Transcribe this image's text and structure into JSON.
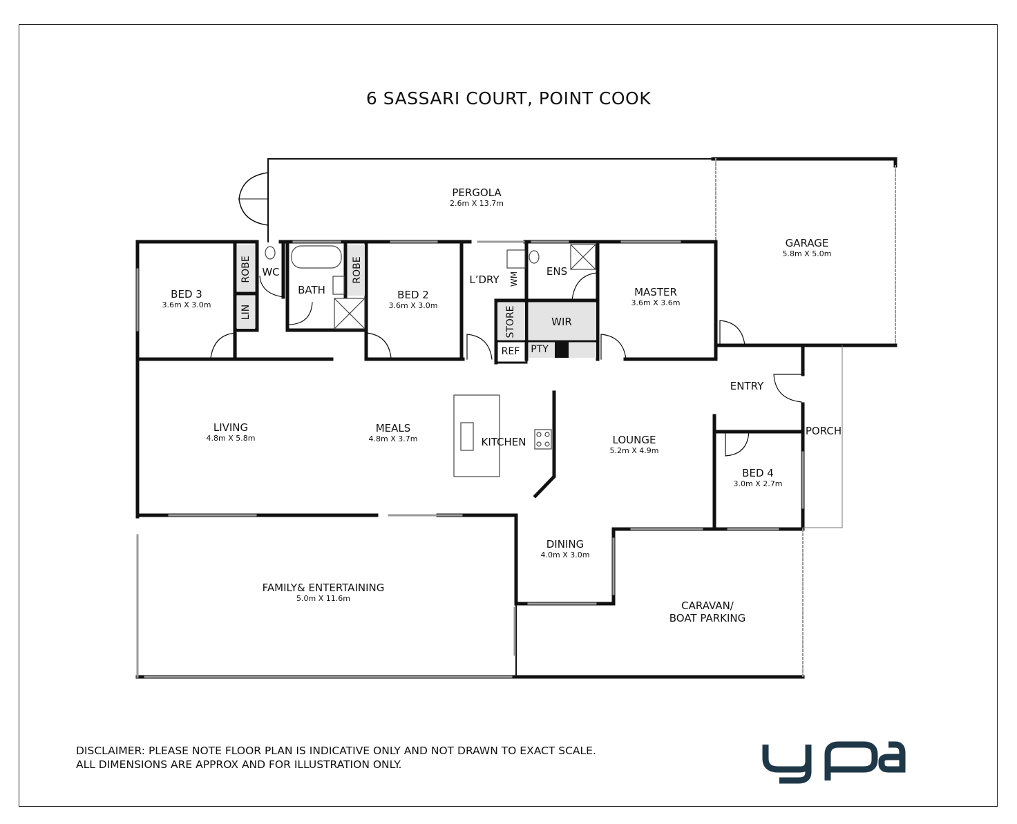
{
  "title": "6 SASSARI COURT, POINT COOK",
  "rooms": {
    "pergola": {
      "name": "PERGOLA",
      "dims": "2.6m X 13.7m"
    },
    "garage": {
      "name": "GARAGE",
      "dims": "5.8m X 5.0m"
    },
    "bed3": {
      "name": "BED 3",
      "dims": "3.6m X 3.0m"
    },
    "bed2": {
      "name": "BED 2",
      "dims": "3.6m X 3.0m"
    },
    "master": {
      "name": "MASTER",
      "dims": "3.6m X 3.6m"
    },
    "living": {
      "name": "LIVING",
      "dims": "4.8m X 5.8m"
    },
    "meals": {
      "name": "MEALS",
      "dims": "4.8m X 3.7m"
    },
    "lounge": {
      "name": "LOUNGE",
      "dims": "5.2m X 4.9m"
    },
    "bed4": {
      "name": "BED 4",
      "dims": "3.0m X 2.7m"
    },
    "dining": {
      "name": "DINING",
      "dims": "4.0m X 3.0m"
    },
    "family": {
      "name": "FAMILY& ENTERTAINING",
      "dims": "5.0m X 11.6m"
    },
    "caravan": {
      "name_line1": "CARAVAN/",
      "name_line2": "BOAT PARKING"
    }
  },
  "small_labels": {
    "robe_left": "ROBE",
    "lin": "LIN",
    "wc": "WC",
    "bath": "BATH",
    "robe_right": "ROBE",
    "ldry": "L’DRY",
    "wm": "WM",
    "ens": "ENS",
    "store": "STORE",
    "wir": "WIR",
    "ref": "REF",
    "pty": "PTY",
    "kitchen": "KITCHEN",
    "entry": "ENTRY",
    "porch": "PORCH"
  },
  "disclaimer": {
    "line1": "DISCLAIMER: PLEASE NOTE FLOOR PLAN IS INDICATIVE ONLY AND NOT DRAWN TO EXACT SCALE.",
    "line2": "ALL DIMENSIONS ARE APPROX AND FOR ILLUSTRATION ONLY."
  },
  "logo": {
    "text": "ypa",
    "color": "#1f3848"
  },
  "colors": {
    "wall": "#111111",
    "window": "#9a9a9a",
    "shade": "#e4e4e4"
  }
}
